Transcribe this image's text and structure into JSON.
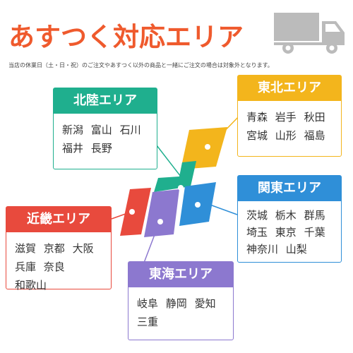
{
  "title": "あすつく対応エリア",
  "subtitle": "当店の休業日（土・日・祝）のご注文やあすつく以外の商品と一緒にご注文の場合は対象外となります。",
  "truck_icon": "truck-icon",
  "colors": {
    "title": "#ef5a2d",
    "hokuriku": "#1faf8e",
    "tohoku": "#f3b51c",
    "kanto": "#2f8fd8",
    "kinki": "#e84a3d",
    "tokai": "#8c78cf",
    "truck": "#bbbbbb"
  },
  "regions": {
    "hokuriku": {
      "name": "北陸エリア",
      "prefectures": [
        "新潟",
        "富山",
        "石川",
        "福井",
        "長野"
      ]
    },
    "tohoku": {
      "name": "東北エリア",
      "prefectures": [
        "青森",
        "岩手",
        "秋田",
        "宮城",
        "山形",
        "福島"
      ]
    },
    "kanto": {
      "name": "関東エリア",
      "prefectures": [
        "茨城",
        "栃木",
        "群馬",
        "埼玉",
        "東京",
        "千葉",
        "神奈川",
        "山梨"
      ]
    },
    "kinki": {
      "name": "近畿エリア",
      "prefectures": [
        "滋賀",
        "京都",
        "大阪",
        "兵庫",
        "奈良",
        "和歌山"
      ]
    },
    "tokai": {
      "name": "東海エリア",
      "prefectures": [
        "岐阜",
        "静岡",
        "愛知",
        "三重"
      ]
    }
  }
}
